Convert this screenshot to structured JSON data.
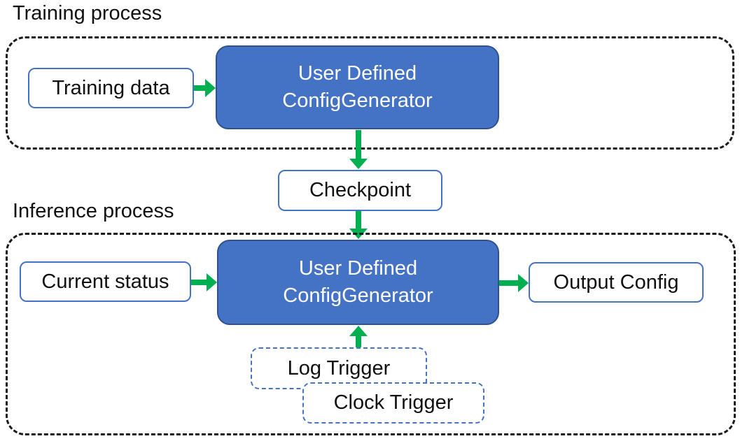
{
  "colors": {
    "box-blue": "#4472C4",
    "box-blue-border": "#2F528F",
    "light-box-border": "#4472C4",
    "trigger-border": "#4472C4",
    "arrow-green": "#00AF50",
    "container-border": "#1a1a1a",
    "text-dark": "#111111",
    "text-light": "#ffffff"
  },
  "diagram": {
    "training": {
      "label": "Training process",
      "input_box": "Training data",
      "generator_box": {
        "line1": "User Defined",
        "line2": "ConfigGenerator"
      }
    },
    "checkpoint_box": "Checkpoint",
    "inference": {
      "label": "Inference process",
      "input_box": "Current status",
      "generator_box": {
        "line1": "User Defined",
        "line2": "ConfigGenerator"
      },
      "output_box": "Output Config",
      "triggers": [
        "Log Trigger",
        "Clock Trigger"
      ]
    }
  }
}
